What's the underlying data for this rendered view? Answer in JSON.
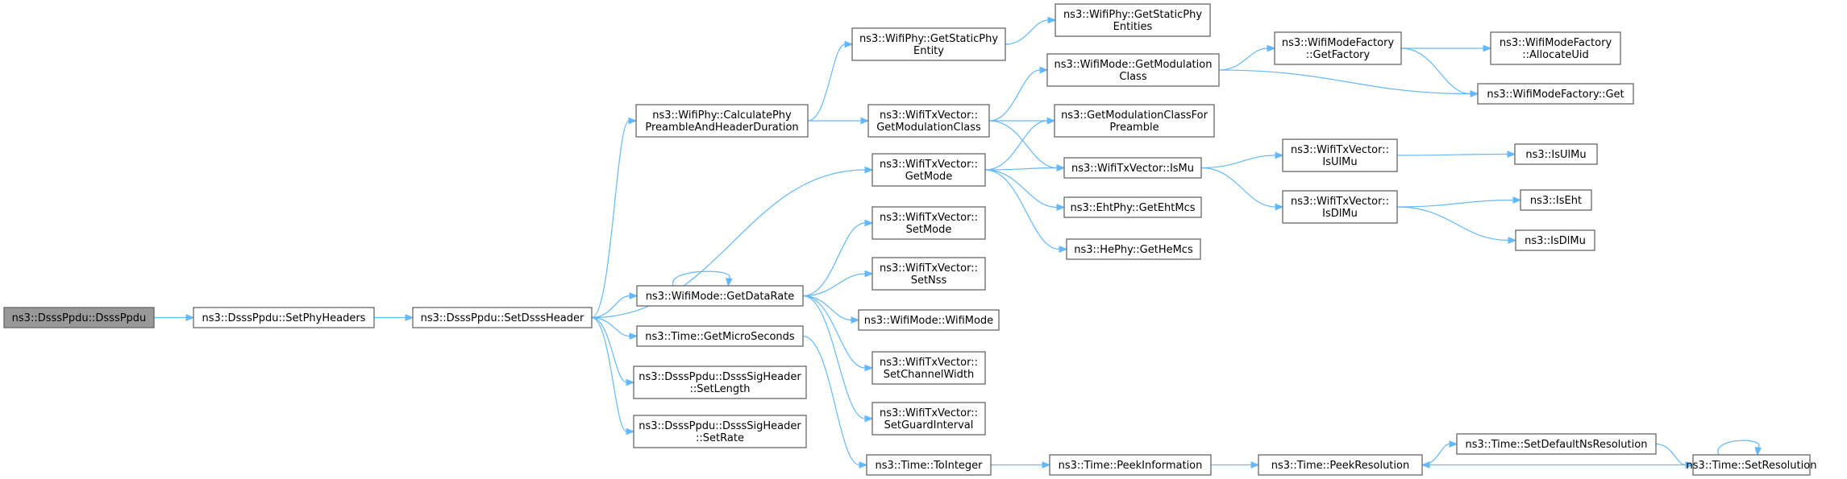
{
  "graph": {
    "kind": "call-graph",
    "colors": {
      "edge": "#63b8ff",
      "node_border": "#666666",
      "root_fill": "#999999",
      "node_fill": "#ffffff",
      "text": "#000000"
    },
    "nodes": [
      {
        "id": "n0",
        "lines": [
          "ns3::DsssPpdu::DsssPpdu"
        ],
        "root": true
      },
      {
        "id": "n1",
        "lines": [
          "ns3::DsssPpdu::SetPhyHeaders"
        ]
      },
      {
        "id": "n2",
        "lines": [
          "ns3::DsssPpdu::SetDsssHeader"
        ]
      },
      {
        "id": "n3",
        "lines": [
          "ns3::WifiPhy::CalculatePhy",
          "PreambleAndHeaderDuration"
        ]
      },
      {
        "id": "n4",
        "lines": [
          "ns3::WifiTxVector::",
          "GetMode"
        ]
      },
      {
        "id": "n5",
        "lines": [
          "ns3::WifiMode::GetDataRate"
        ]
      },
      {
        "id": "n6",
        "lines": [
          "ns3::Time::GetMicroSeconds"
        ]
      },
      {
        "id": "n7",
        "lines": [
          "ns3::DsssPpdu::DsssSigHeader",
          "::SetLength"
        ]
      },
      {
        "id": "n8",
        "lines": [
          "ns3::DsssPpdu::DsssSigHeader",
          "::SetRate"
        ]
      },
      {
        "id": "n9",
        "lines": [
          "ns3::WifiPhy::GetStaticPhy",
          "Entity"
        ]
      },
      {
        "id": "n10",
        "lines": [
          "ns3::WifiTxVector::",
          "GetModulationClass"
        ]
      },
      {
        "id": "n11",
        "lines": [
          "ns3::WifiTxVector::",
          "SetMode"
        ]
      },
      {
        "id": "n12",
        "lines": [
          "ns3::WifiTxVector::",
          "SetNss"
        ]
      },
      {
        "id": "n13",
        "lines": [
          "ns3::WifiMode::WifiMode"
        ]
      },
      {
        "id": "n14",
        "lines": [
          "ns3::WifiTxVector::",
          "SetChannelWidth"
        ]
      },
      {
        "id": "n15",
        "lines": [
          "ns3::WifiTxVector::",
          "SetGuardInterval"
        ]
      },
      {
        "id": "n16",
        "lines": [
          "ns3::Time::ToInteger"
        ]
      },
      {
        "id": "n17",
        "lines": [
          "ns3::WifiPhy::GetStaticPhy",
          "Entities"
        ]
      },
      {
        "id": "n18",
        "lines": [
          "ns3::WifiMode::GetModulation",
          "Class"
        ]
      },
      {
        "id": "n19",
        "lines": [
          "ns3::GetModulationClassFor",
          "Preamble"
        ]
      },
      {
        "id": "n20",
        "lines": [
          "ns3::WifiTxVector::IsMu"
        ]
      },
      {
        "id": "n21",
        "lines": [
          "ns3::EhtPhy::GetEhtMcs"
        ]
      },
      {
        "id": "n22",
        "lines": [
          "ns3::HePhy::GetHeMcs"
        ]
      },
      {
        "id": "n23",
        "lines": [
          "ns3::Time::PeekInformation"
        ]
      },
      {
        "id": "n24",
        "lines": [
          "ns3::WifiModeFactory",
          "::GetFactory"
        ]
      },
      {
        "id": "n25",
        "lines": [
          "ns3::WifiModeFactory::Get"
        ]
      },
      {
        "id": "n26",
        "lines": [
          "ns3::WifiTxVector::",
          "IsUlMu"
        ]
      },
      {
        "id": "n27",
        "lines": [
          "ns3::WifiTxVector::",
          "IsDlMu"
        ]
      },
      {
        "id": "n28",
        "lines": [
          "ns3::Time::PeekResolution"
        ]
      },
      {
        "id": "n29",
        "lines": [
          "ns3::WifiModeFactory",
          "::AllocateUid"
        ]
      },
      {
        "id": "n30",
        "lines": [
          "ns3::IsUlMu"
        ]
      },
      {
        "id": "n31",
        "lines": [
          "ns3::IsEht"
        ]
      },
      {
        "id": "n32",
        "lines": [
          "ns3::IsDlMu"
        ]
      },
      {
        "id": "n33",
        "lines": [
          "ns3::Time::SetDefaultNsResolution"
        ]
      },
      {
        "id": "n34",
        "lines": [
          "ns3::Time::SetResolution"
        ]
      }
    ],
    "edges": [
      {
        "from": "n0",
        "to": "n1"
      },
      {
        "from": "n1",
        "to": "n2"
      },
      {
        "from": "n2",
        "to": "n3"
      },
      {
        "from": "n2",
        "to": "n4"
      },
      {
        "from": "n2",
        "to": "n5"
      },
      {
        "from": "n2",
        "to": "n6"
      },
      {
        "from": "n2",
        "to": "n7"
      },
      {
        "from": "n2",
        "to": "n8"
      },
      {
        "from": "n3",
        "to": "n9"
      },
      {
        "from": "n3",
        "to": "n10"
      },
      {
        "from": "n9",
        "to": "n17"
      },
      {
        "from": "n10",
        "to": "n18"
      },
      {
        "from": "n10",
        "to": "n19"
      },
      {
        "from": "n10",
        "to": "n20"
      },
      {
        "from": "n4",
        "to": "n19"
      },
      {
        "from": "n4",
        "to": "n20"
      },
      {
        "from": "n4",
        "to": "n21"
      },
      {
        "from": "n4",
        "to": "n22"
      },
      {
        "from": "n5",
        "to": "n5"
      },
      {
        "from": "n5",
        "to": "n11"
      },
      {
        "from": "n5",
        "to": "n12"
      },
      {
        "from": "n5",
        "to": "n13"
      },
      {
        "from": "n5",
        "to": "n14"
      },
      {
        "from": "n5",
        "to": "n15"
      },
      {
        "from": "n6",
        "to": "n16"
      },
      {
        "from": "n16",
        "to": "n23"
      },
      {
        "from": "n23",
        "to": "n28"
      },
      {
        "from": "n28",
        "to": "n33"
      },
      {
        "from": "n33",
        "to": "n34"
      },
      {
        "from": "n34",
        "to": "n28"
      },
      {
        "from": "n34",
        "to": "n34"
      },
      {
        "from": "n18",
        "to": "n24"
      },
      {
        "from": "n18",
        "to": "n25"
      },
      {
        "from": "n24",
        "to": "n29"
      },
      {
        "from": "n24",
        "to": "n25"
      },
      {
        "from": "n20",
        "to": "n26"
      },
      {
        "from": "n20",
        "to": "n27"
      },
      {
        "from": "n26",
        "to": "n30"
      },
      {
        "from": "n27",
        "to": "n31"
      },
      {
        "from": "n27",
        "to": "n32"
      }
    ]
  }
}
